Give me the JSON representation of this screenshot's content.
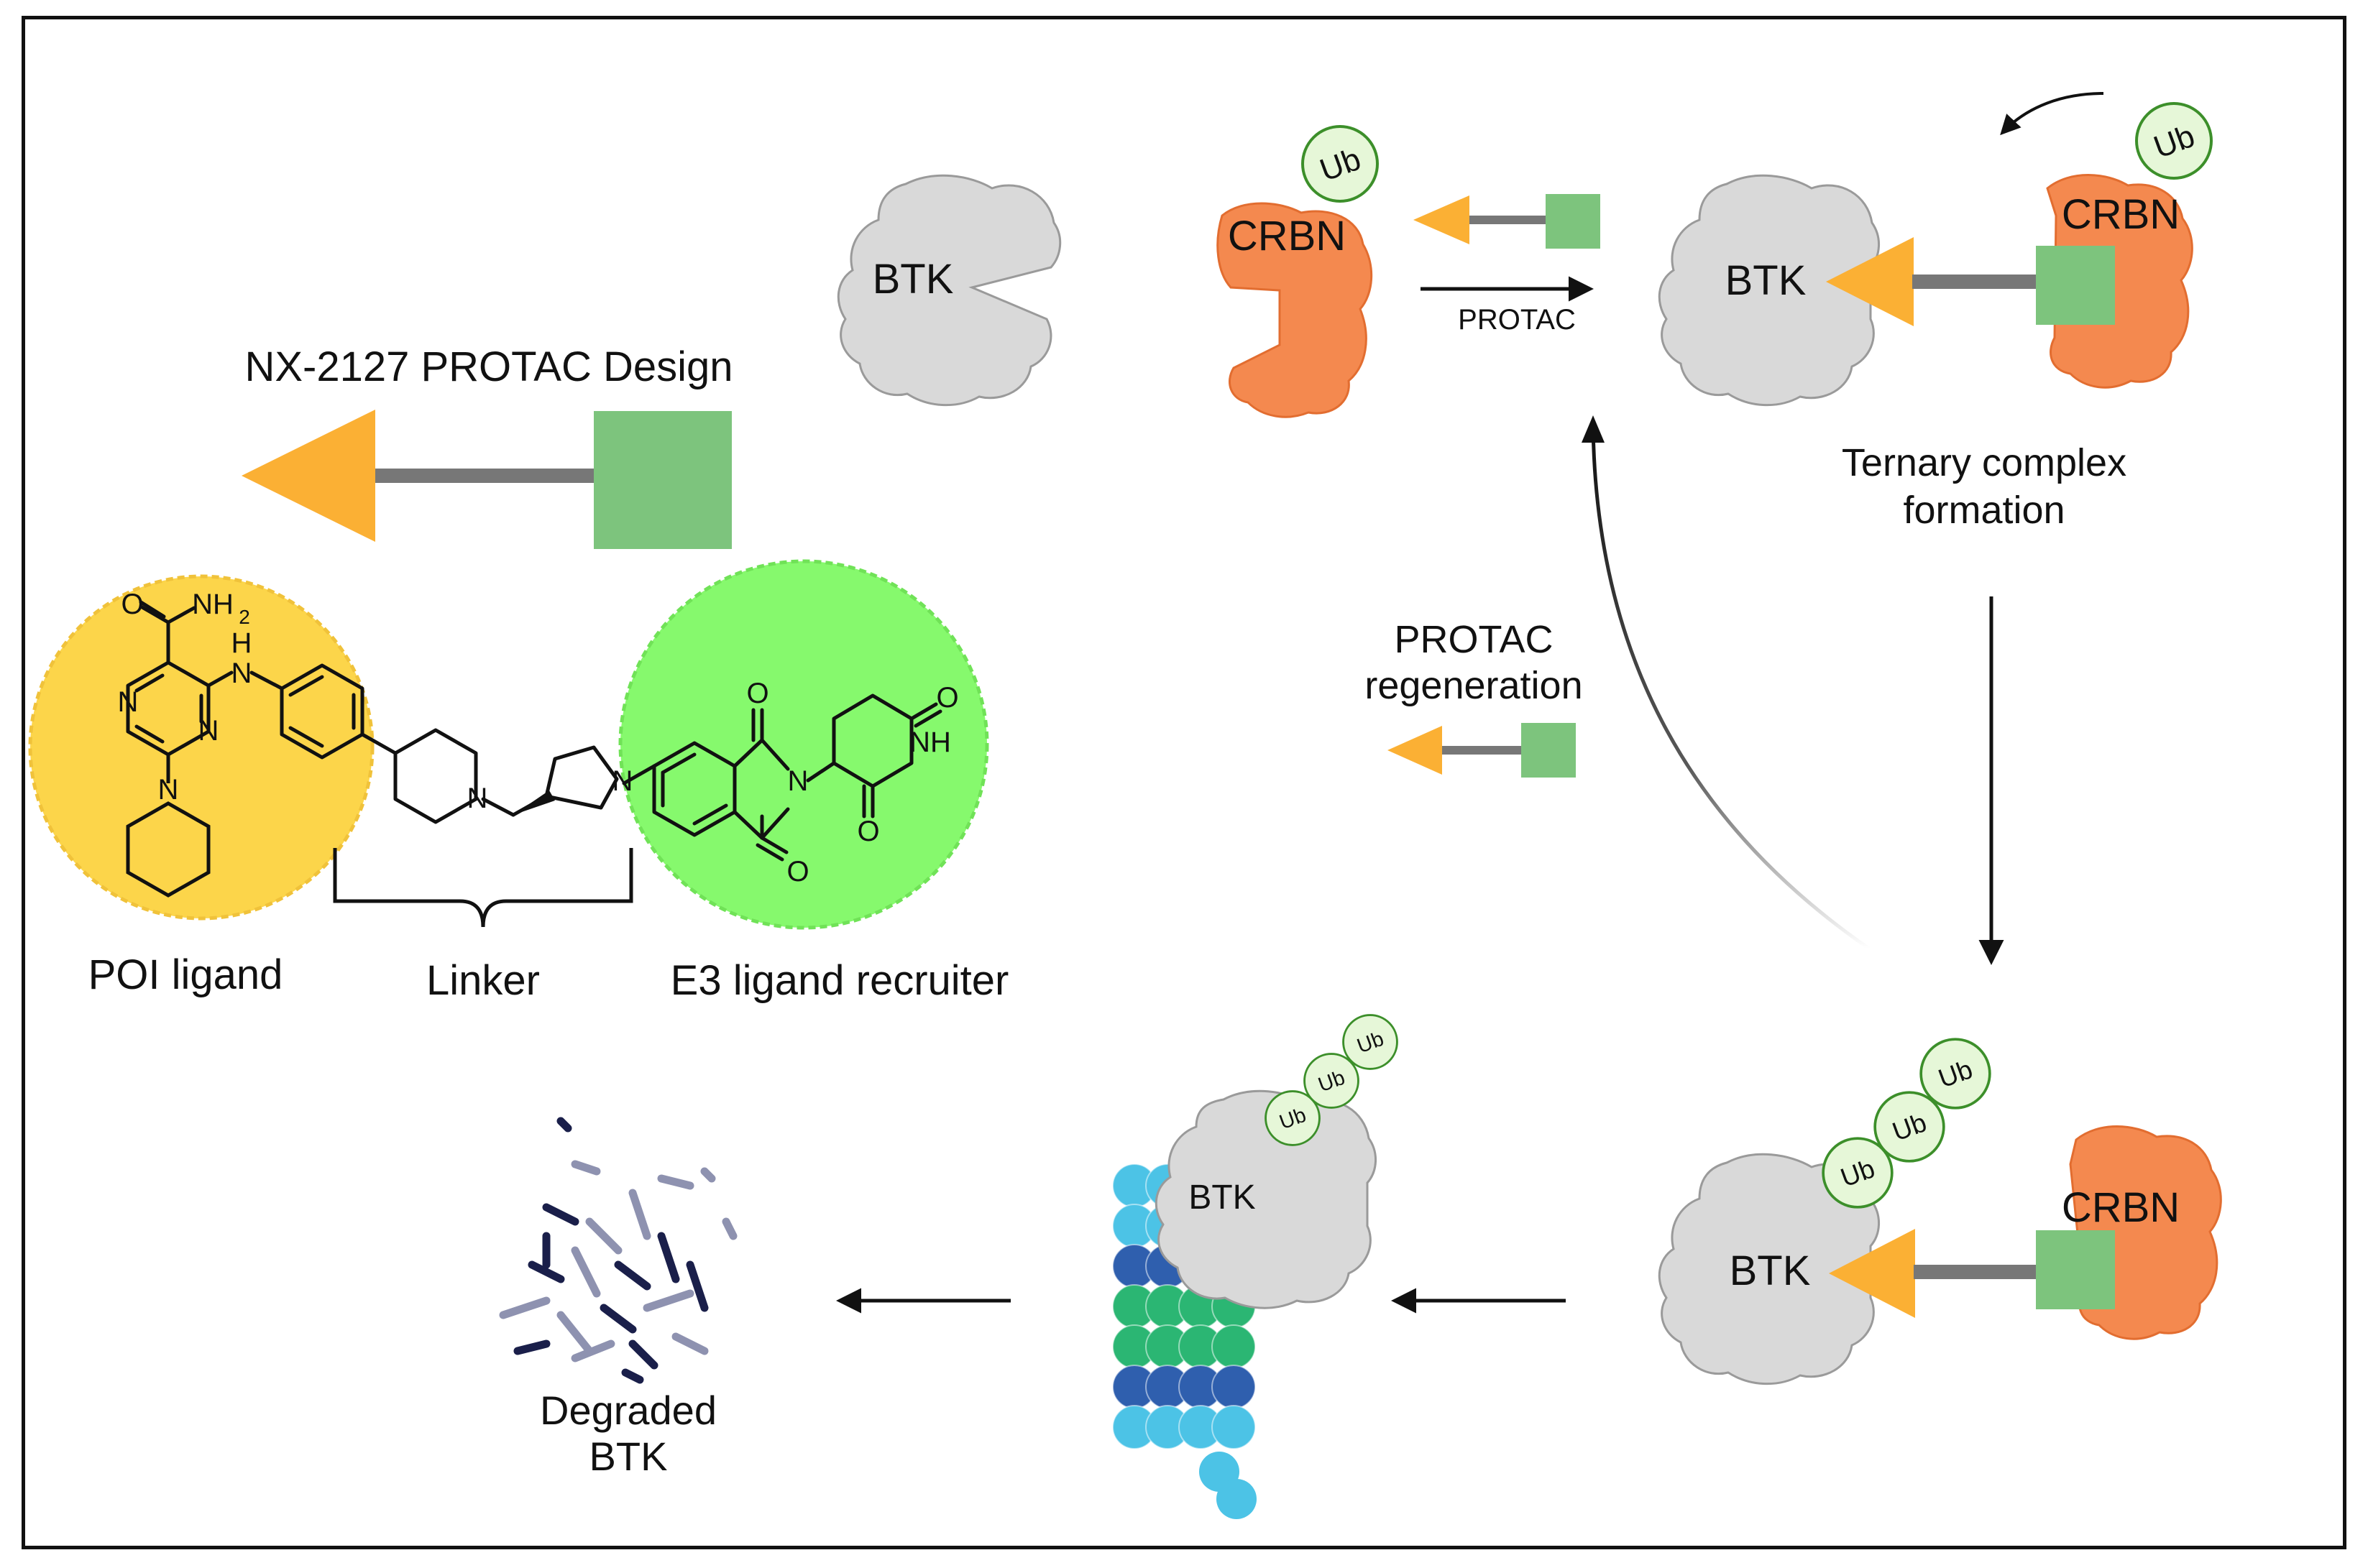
{
  "design": {
    "title": "NX-2127 PROTAC Design",
    "poi_label": "POI ligand",
    "linker_label": "Linker",
    "e3_label": "E3 ligand recruiter"
  },
  "molecule": {
    "amide": "O",
    "nh2": "NH",
    "nh2_sub": "2",
    "amine_h": "H",
    "amine_n": "N",
    "pyr_n1": "N",
    "pyr_n2": "N",
    "pip_n": "N",
    "pip2_n": "N",
    "pyrr_n": "N",
    "imide_o1": "O",
    "imide_o2": "O",
    "imide_n": "N",
    "glut_o1": "O",
    "glut_o2": "O",
    "glut_nh": "NH"
  },
  "cycle": {
    "btk": "BTK",
    "crbn": "CRBN",
    "ub": "Ub",
    "protac_arrow": "PROTAC",
    "ternary_label": [
      "Ternary complex",
      "formation"
    ],
    "regen_label": [
      "PROTAC",
      "regeneration"
    ],
    "degraded_label": [
      "Degraded",
      "BTK"
    ]
  },
  "colors": {
    "poi_circle": "#fcd54a",
    "e3_circle": "#86f96d",
    "triangle": "#fbb034",
    "square": "#7dc47d",
    "linker": "#777777",
    "btk": "#d9d9d9",
    "crbn": "#f4894f",
    "ub_fill": "#e6f7d8",
    "ub_stroke": "#3c8f2a",
    "proteasome_light": "#4cc3e6",
    "proteasome_dark": "#2f5fae",
    "proteasome_green": "#2bb673"
  }
}
